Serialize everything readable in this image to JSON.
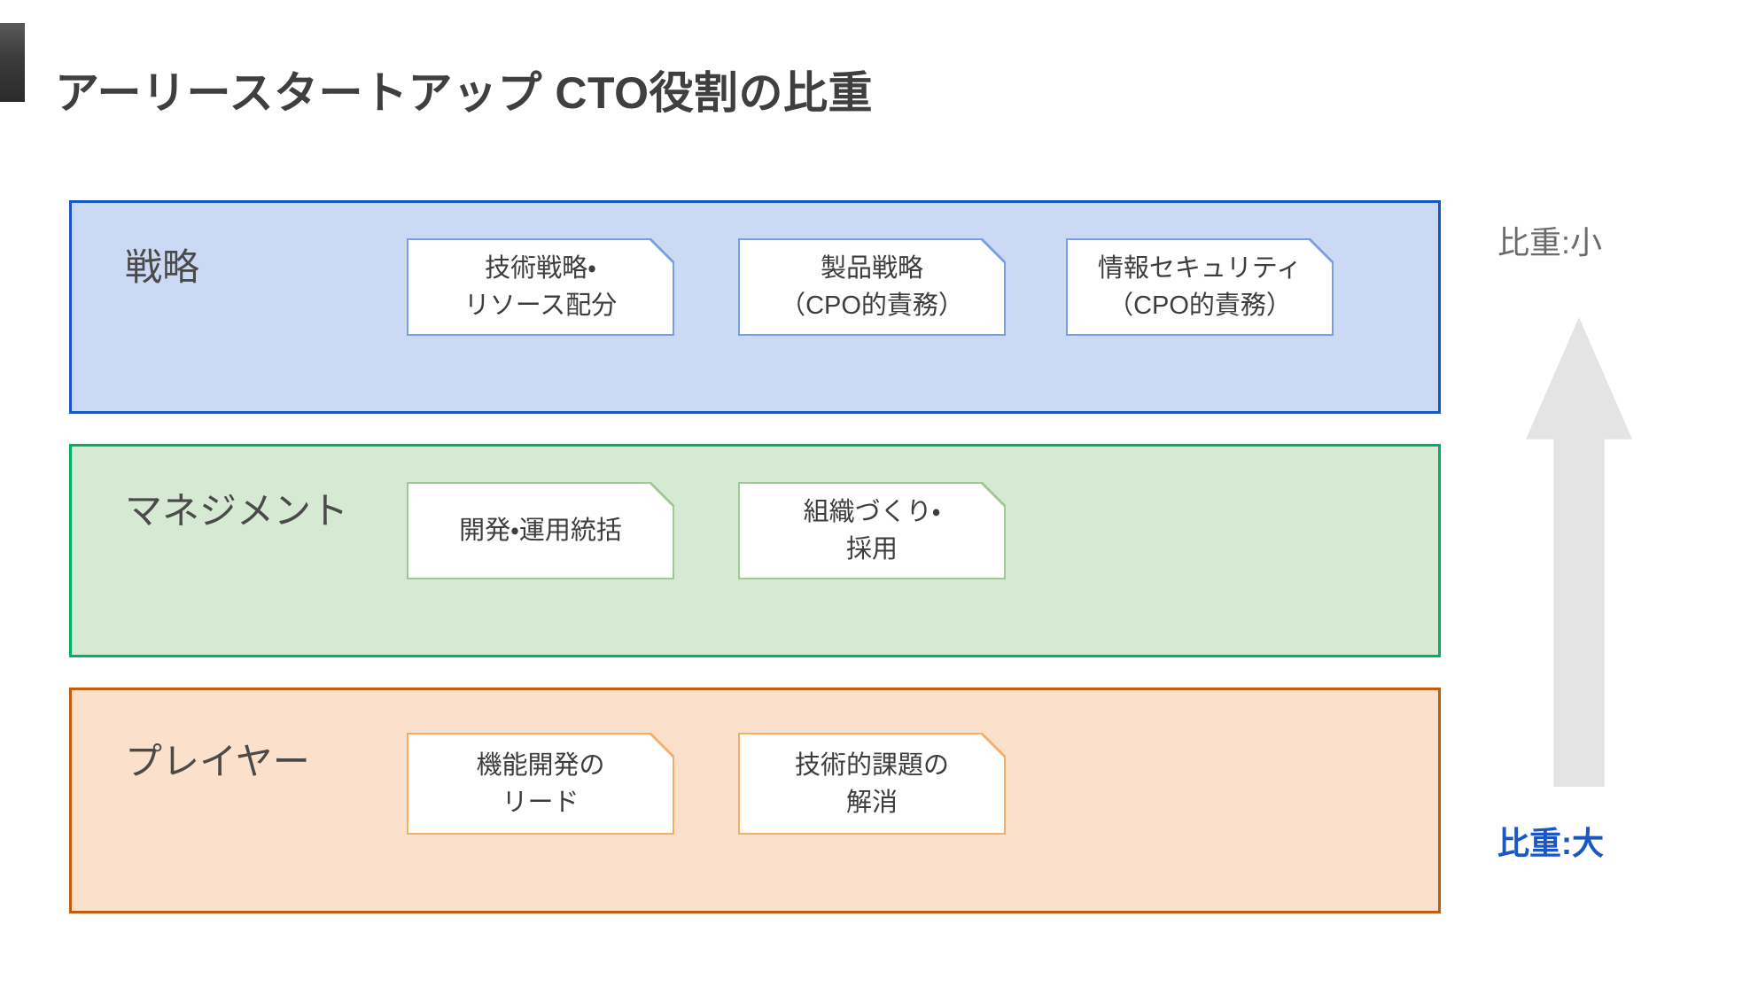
{
  "title": "アーリースタートアップ CTO役割の比重",
  "accent": {
    "title_color": "#3f3f3f",
    "bar_color": "#3b3b3b"
  },
  "layers": [
    {
      "key": "strategy",
      "label": "戦略",
      "fill": "#ccd9f5",
      "border": "#1856c4",
      "card_border": "#7a9fe0",
      "cards": [
        {
          "text": "技術戦略・\nリソース配分"
        },
        {
          "text": "製品戦略\n（CPO的責務）"
        },
        {
          "text": "情報セキュリティ\n（CPO的責務）"
        }
      ]
    },
    {
      "key": "management",
      "label": "マネジメント",
      "fill": "#d6e9d2",
      "border": "#00b262",
      "card_border": "#9fc894",
      "cards": [
        {
          "text": "開発・運用統括"
        },
        {
          "text": "組織づくり・\n採用"
        }
      ]
    },
    {
      "key": "player",
      "label": "プレイヤー",
      "fill": "#fbe1cb",
      "border": "#c55a11",
      "card_border": "#f3ae6a",
      "cards": [
        {
          "text": "機能開発の\nリード"
        },
        {
          "text": "技術的課題の\n解消"
        }
      ]
    }
  ],
  "scale": {
    "top_label": "比重:小",
    "bottom_label": "比重:大",
    "top_label_color": "#6b6b6b",
    "bottom_label_color": "#1a56c4",
    "arrow_color": "#e4e4e4",
    "arrow_direction": "up",
    "arrow_icon": "arrow-up-icon"
  }
}
